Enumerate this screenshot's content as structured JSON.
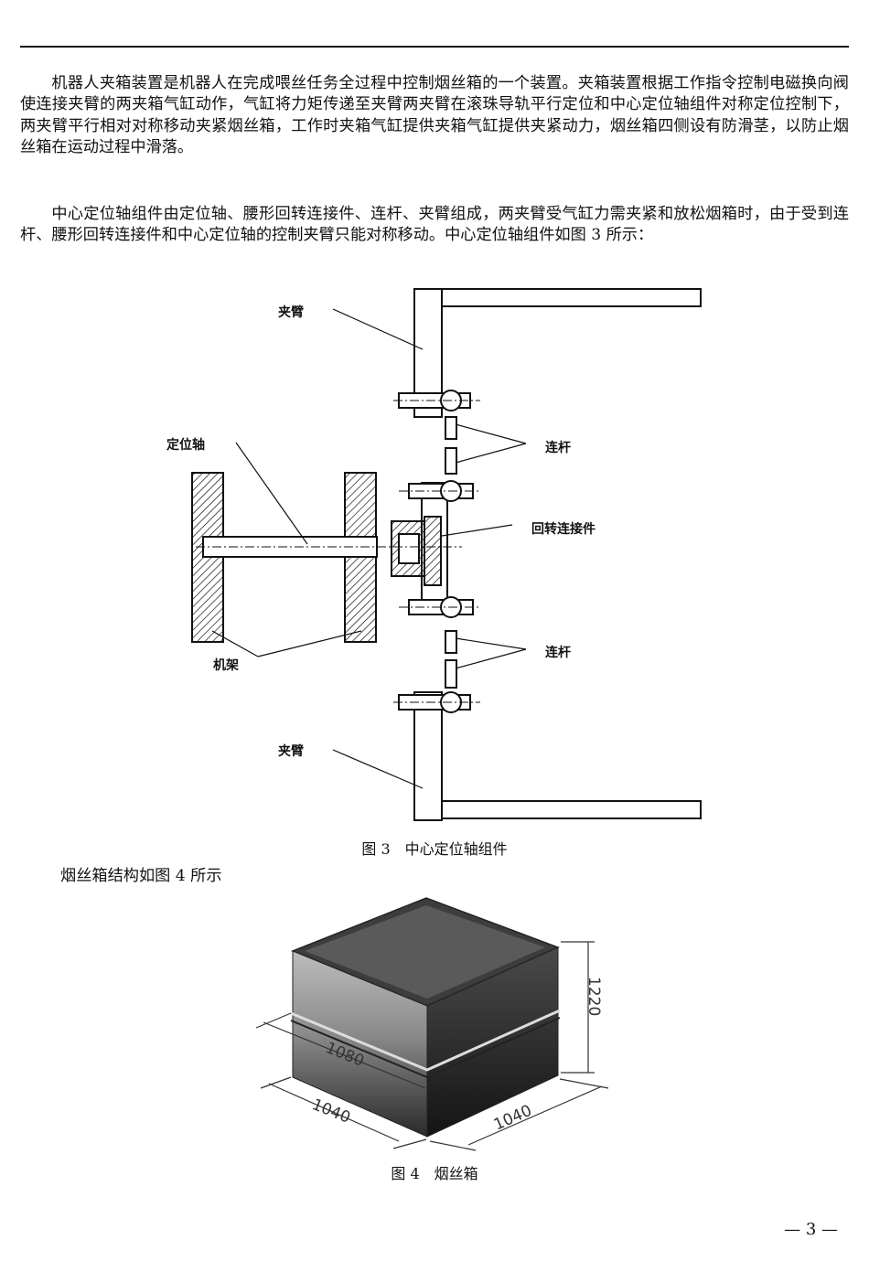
{
  "paragraphs": {
    "p1": "机器人夹箱装置是机器人在完成喂丝任务全过程中控制烟丝箱的一个装置。夹箱装置根据工作指令控制电磁换向阀使连接夹臂的两夹箱气缸动作，气缸将力矩传递至夹臂两夹臂在滚珠导轨平行定位和中心定位轴组件对称定位控制下，两夹臂平行相对对称移动夹紧烟丝箱，工作时夹箱气缸提供夹箱气缸提供夹紧动力，烟丝箱四侧设有防滑茎，以防止烟丝箱在运动过程中滑落。",
    "p2": "中心定位轴组件由定位轴、腰形回转连接件、连杆、夹臂组成，两夹臂受气缸力需夹紧和放松烟箱时，由于受到连杆、腰形回转连接件和中心定位轴的控制夹臂只能对称移动。中心定位轴组件如图 3 所示："
  },
  "figure3": {
    "labels": {
      "arm_top": "夹臂",
      "shaft": "定位轴",
      "link_top": "连杆",
      "rotary": "回转连接件",
      "frame": "机架",
      "link_bottom": "连杆",
      "arm_bottom": "夹臂"
    },
    "caption": "图 3　中心定位轴组件"
  },
  "sentence_fig4": "烟丝箱结构如图 4 所示",
  "figure4": {
    "dims": {
      "height": "1220",
      "inner": "1080",
      "left": "1040",
      "right": "1040"
    },
    "caption": "图 4　烟丝箱"
  },
  "page_number": "— 3 —"
}
